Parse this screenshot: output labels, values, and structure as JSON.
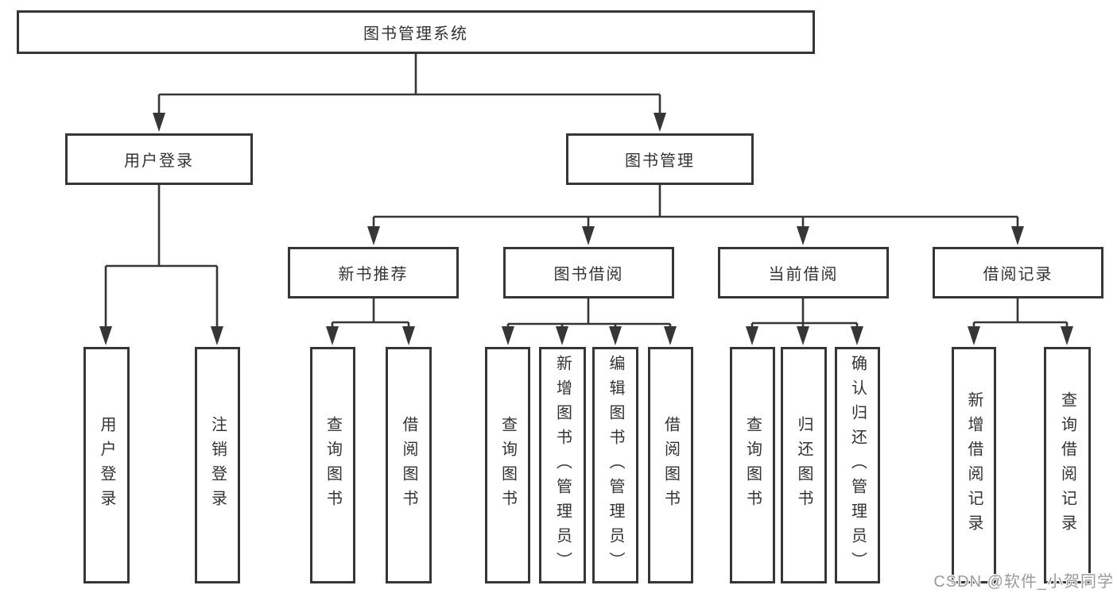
{
  "diagram": {
    "tree": {
      "label": "图书管理系统",
      "children": [
        {
          "label": "用户登录",
          "children": [
            {
              "label": "用户登录"
            },
            {
              "label": "注销登录"
            }
          ]
        },
        {
          "label": "图书管理",
          "children": [
            {
              "label": "新书推荐",
              "children": [
                {
                  "label": "查询图书"
                },
                {
                  "label": "借阅图书"
                }
              ]
            },
            {
              "label": "图书借阅",
              "children": [
                {
                  "label": "查询图书"
                },
                {
                  "label": "新增图书（管理员）"
                },
                {
                  "label": "编辑图书（管理员）"
                },
                {
                  "label": "借阅图书"
                }
              ]
            },
            {
              "label": "当前借阅",
              "children": [
                {
                  "label": "查询图书"
                },
                {
                  "label": "归还图书"
                },
                {
                  "label": "确认归还（管理员）"
                }
              ]
            },
            {
              "label": "借阅记录",
              "children": [
                {
                  "label": "新增借阅记录"
                },
                {
                  "label": "查询借阅记录"
                }
              ]
            }
          ]
        }
      ]
    },
    "colors": {
      "stroke": "#363636",
      "text": "#333333",
      "background": "#ffffff",
      "watermark": "#9b9b9b"
    }
  },
  "watermark": {
    "text": "CSDN @软件_小贺同学"
  }
}
